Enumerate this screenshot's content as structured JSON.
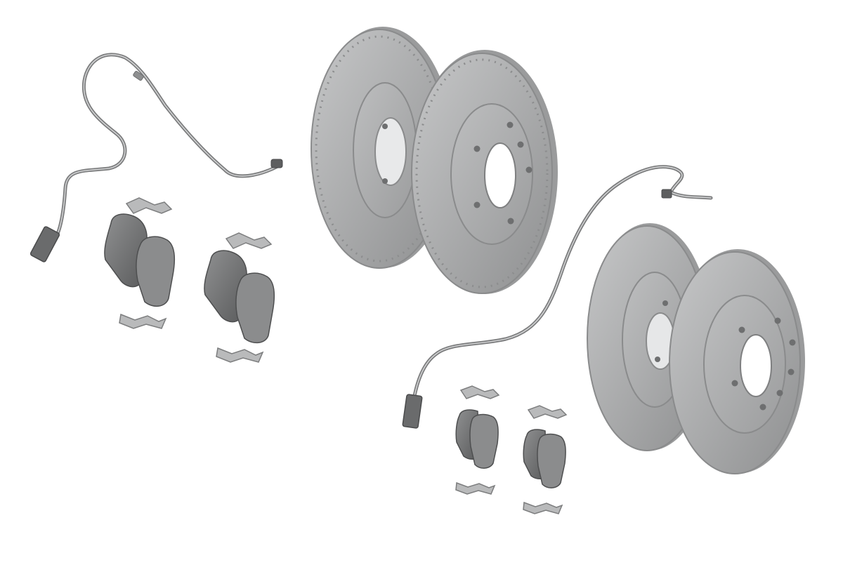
{
  "image": {
    "subject": "brake-kit-exploded-view",
    "background": "#ffffff"
  },
  "colors": {
    "disc_face": "#a9aaab",
    "disc_face_light": "#c2c3c4",
    "disc_edge": "#8e8f90",
    "disc_hub": "#b4b5b6",
    "disc_dark": "#6e6f70",
    "pad_dark": "#5d5e5f",
    "pad_mid": "#8a8b8c",
    "clip": "#b8b9ba",
    "wire": "#7b7c7d"
  },
  "parts": [
    {
      "id": "front-brake-discs",
      "count": 2
    },
    {
      "id": "rear-brake-discs",
      "count": 2
    },
    {
      "id": "front-pad-sets",
      "count": 2
    },
    {
      "id": "rear-pad-sets",
      "count": 2
    },
    {
      "id": "wear-sensor-front",
      "count": 1
    },
    {
      "id": "wear-sensor-rear",
      "count": 1
    }
  ]
}
